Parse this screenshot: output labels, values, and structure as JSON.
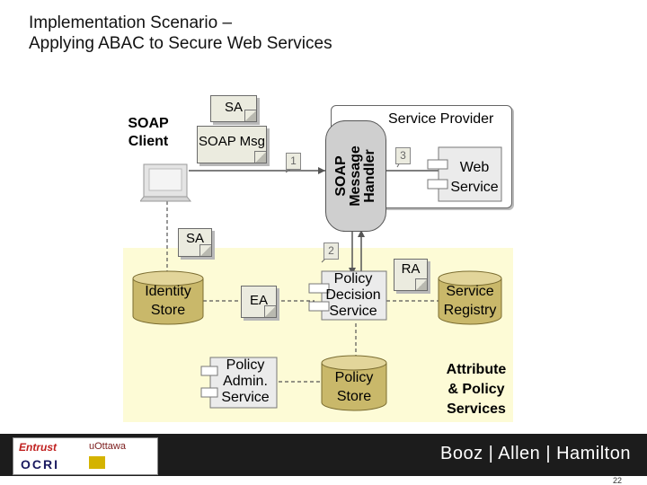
{
  "slide": {
    "title_line1": "Implementation Scenario –",
    "title_line2": "Applying ABAC to Secure Web Services",
    "page_number": "22"
  },
  "diagram": {
    "soap_client_line1": "SOAP",
    "soap_client_line2": "Client",
    "sa_top": "SA",
    "soap_msg": "SOAP Msg",
    "service_provider": "Service Provider",
    "handler_line1": "SOAP",
    "handler_line2": "Message",
    "handler_line3": "Handler",
    "step1": "1",
    "step2": "2",
    "step3": "3",
    "web_service_line1": "Web",
    "web_service_line2": "Service",
    "sa_left": "SA",
    "identity_store_line1": "Identity",
    "identity_store_line2": "Store",
    "ea": "EA",
    "pds_line1": "Policy",
    "pds_line2": "Decision",
    "pds_line3": "Service",
    "ra": "RA",
    "registry_line1": "Service",
    "registry_line2": "Registry",
    "admin_line1": "Policy",
    "admin_line2": "Admin.",
    "admin_line3": "Service",
    "policy_store_line1": "Policy",
    "policy_store_line2": "Store",
    "attr_line1": "Attribute",
    "attr_line2": "& Policy",
    "attr_line3": "Services"
  },
  "footer": {
    "brand": "Booz | Allen | Hamilton",
    "sponsor_1": "Entrust",
    "sponsor_2": "uOttawa",
    "sponsor_3": "OCRI"
  },
  "colors": {
    "yellow_zone": "#fdfbd6",
    "cylinder_fill": "#c9b86a",
    "cylinder_top": "#e2d59a",
    "footer_bg": "#1c1c1c"
  }
}
